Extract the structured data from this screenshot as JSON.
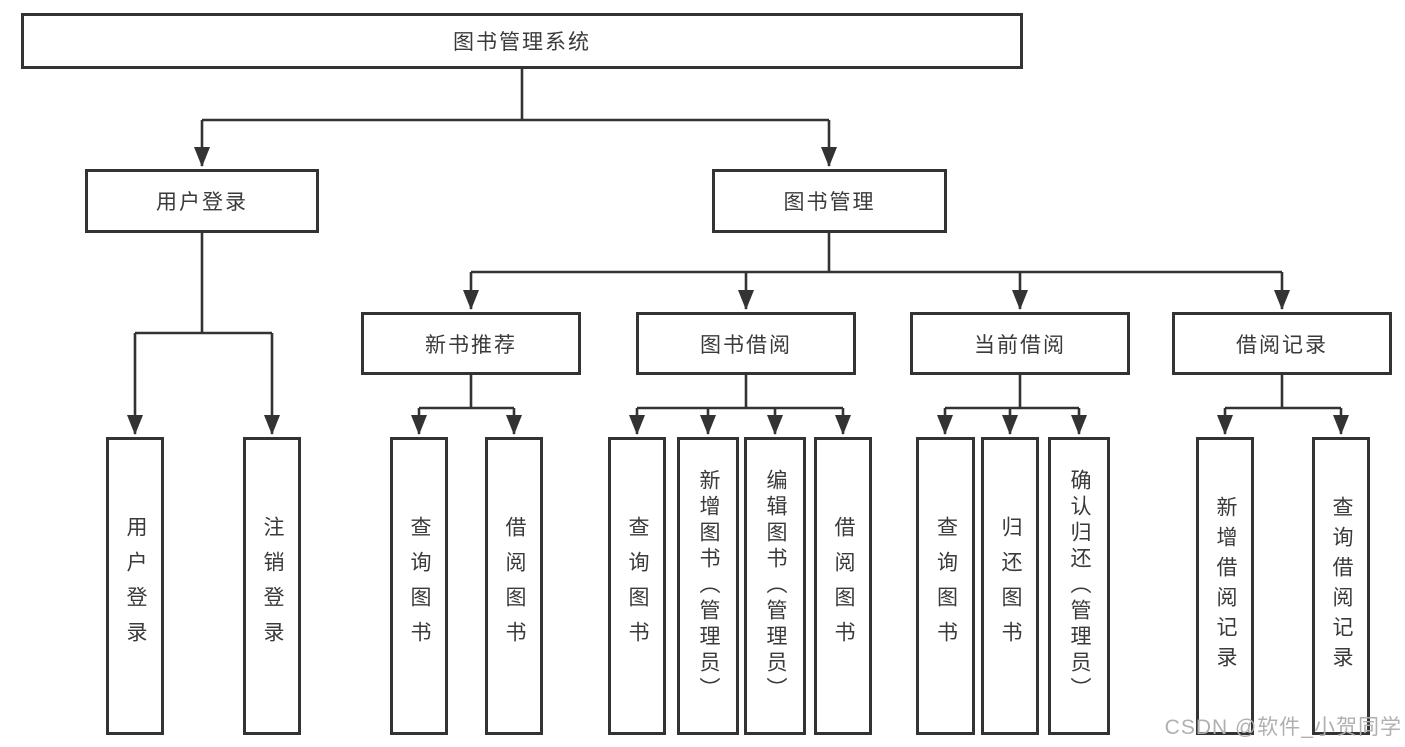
{
  "diagram": {
    "type": "hierarchy-tree",
    "colors": {
      "line": "#333333",
      "box_border": "#333333",
      "box_background": "#ffffff",
      "text": "#3a3a3a",
      "watermark": "#b0b0b0"
    },
    "tree": {
      "label": "图书管理系统",
      "children": [
        {
          "label": "用户登录",
          "children": [
            {
              "label": "用户登录"
            },
            {
              "label": "注销登录"
            }
          ]
        },
        {
          "label": "图书管理",
          "children": [
            {
              "label": "新书推荐",
              "children": [
                {
                  "label": "查询图书"
                },
                {
                  "label": "借阅图书"
                }
              ]
            },
            {
              "label": "图书借阅",
              "children": [
                {
                  "label": "查询图书"
                },
                {
                  "label": "新增图书（管理员）"
                },
                {
                  "label": "编辑图书（管理员）"
                },
                {
                  "label": "借阅图书"
                }
              ]
            },
            {
              "label": "当前借阅",
              "children": [
                {
                  "label": "查询图书"
                },
                {
                  "label": "归还图书"
                },
                {
                  "label": "确认归还（管理员）"
                }
              ]
            },
            {
              "label": "借阅记录",
              "children": [
                {
                  "label": "新增借阅记录"
                },
                {
                  "label": "查询借阅记录"
                }
              ]
            }
          ]
        }
      ]
    },
    "watermark": {
      "text": "CSDN @软件_小贺同学"
    }
  }
}
